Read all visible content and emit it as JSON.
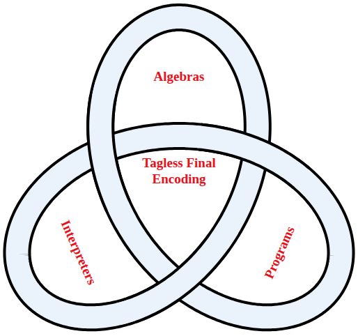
{
  "diagram": {
    "labels": [
      "Algebras",
      "Tagless Final Encoding",
      "Interpreters",
      "Programs"
    ]
  }
}
